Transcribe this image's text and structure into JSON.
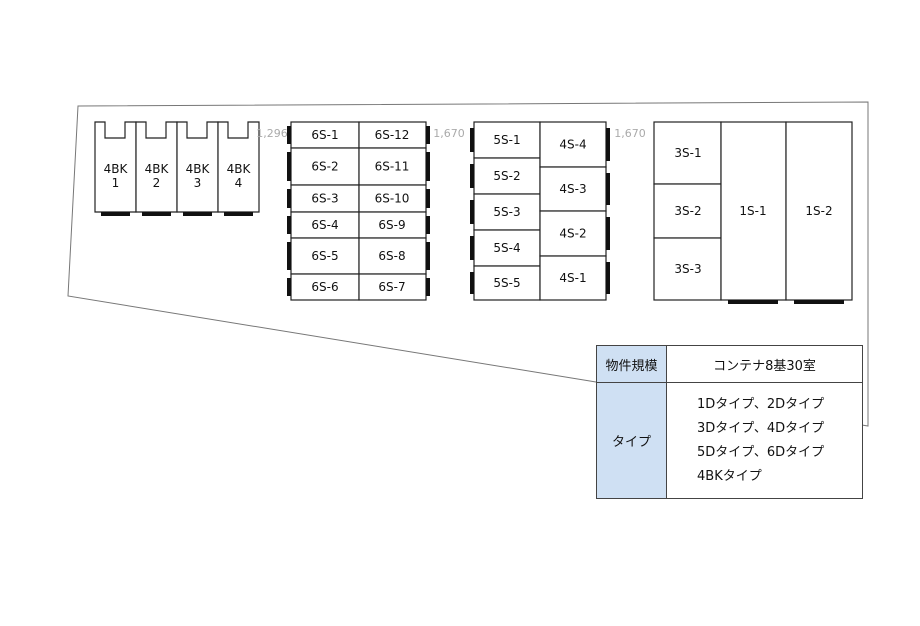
{
  "units": {
    "bk4": [
      "4BK\n1",
      "4BK\n2",
      "4BK\n3",
      "4BK\n4"
    ],
    "s6_left": [
      "6S-1",
      "6S-2",
      "6S-3",
      "6S-4",
      "6S-5",
      "6S-6"
    ],
    "s6_right": [
      "6S-12",
      "6S-11",
      "6S-10",
      "6S-9",
      "6S-8",
      "6S-7"
    ],
    "s5": [
      "5S-1",
      "5S-2",
      "5S-3",
      "5S-4",
      "5S-5"
    ],
    "s4": [
      "4S-4",
      "4S-3",
      "4S-2",
      "4S-1"
    ],
    "s3": [
      "3S-1",
      "3S-2",
      "3S-3"
    ],
    "s1": [
      "1S-1",
      "1S-2"
    ]
  },
  "dimensions": [
    "1,296",
    "1,670",
    "1,670"
  ],
  "info": {
    "scale_label": "物件規模",
    "scale_value": "コンテナ8基30室",
    "type_label": "タイプ",
    "types": [
      "1Dタイプ、2Dタイプ",
      "3Dタイプ、4Dタイプ",
      "5Dタイプ、6Dタイプ",
      "4BKタイプ"
    ]
  }
}
